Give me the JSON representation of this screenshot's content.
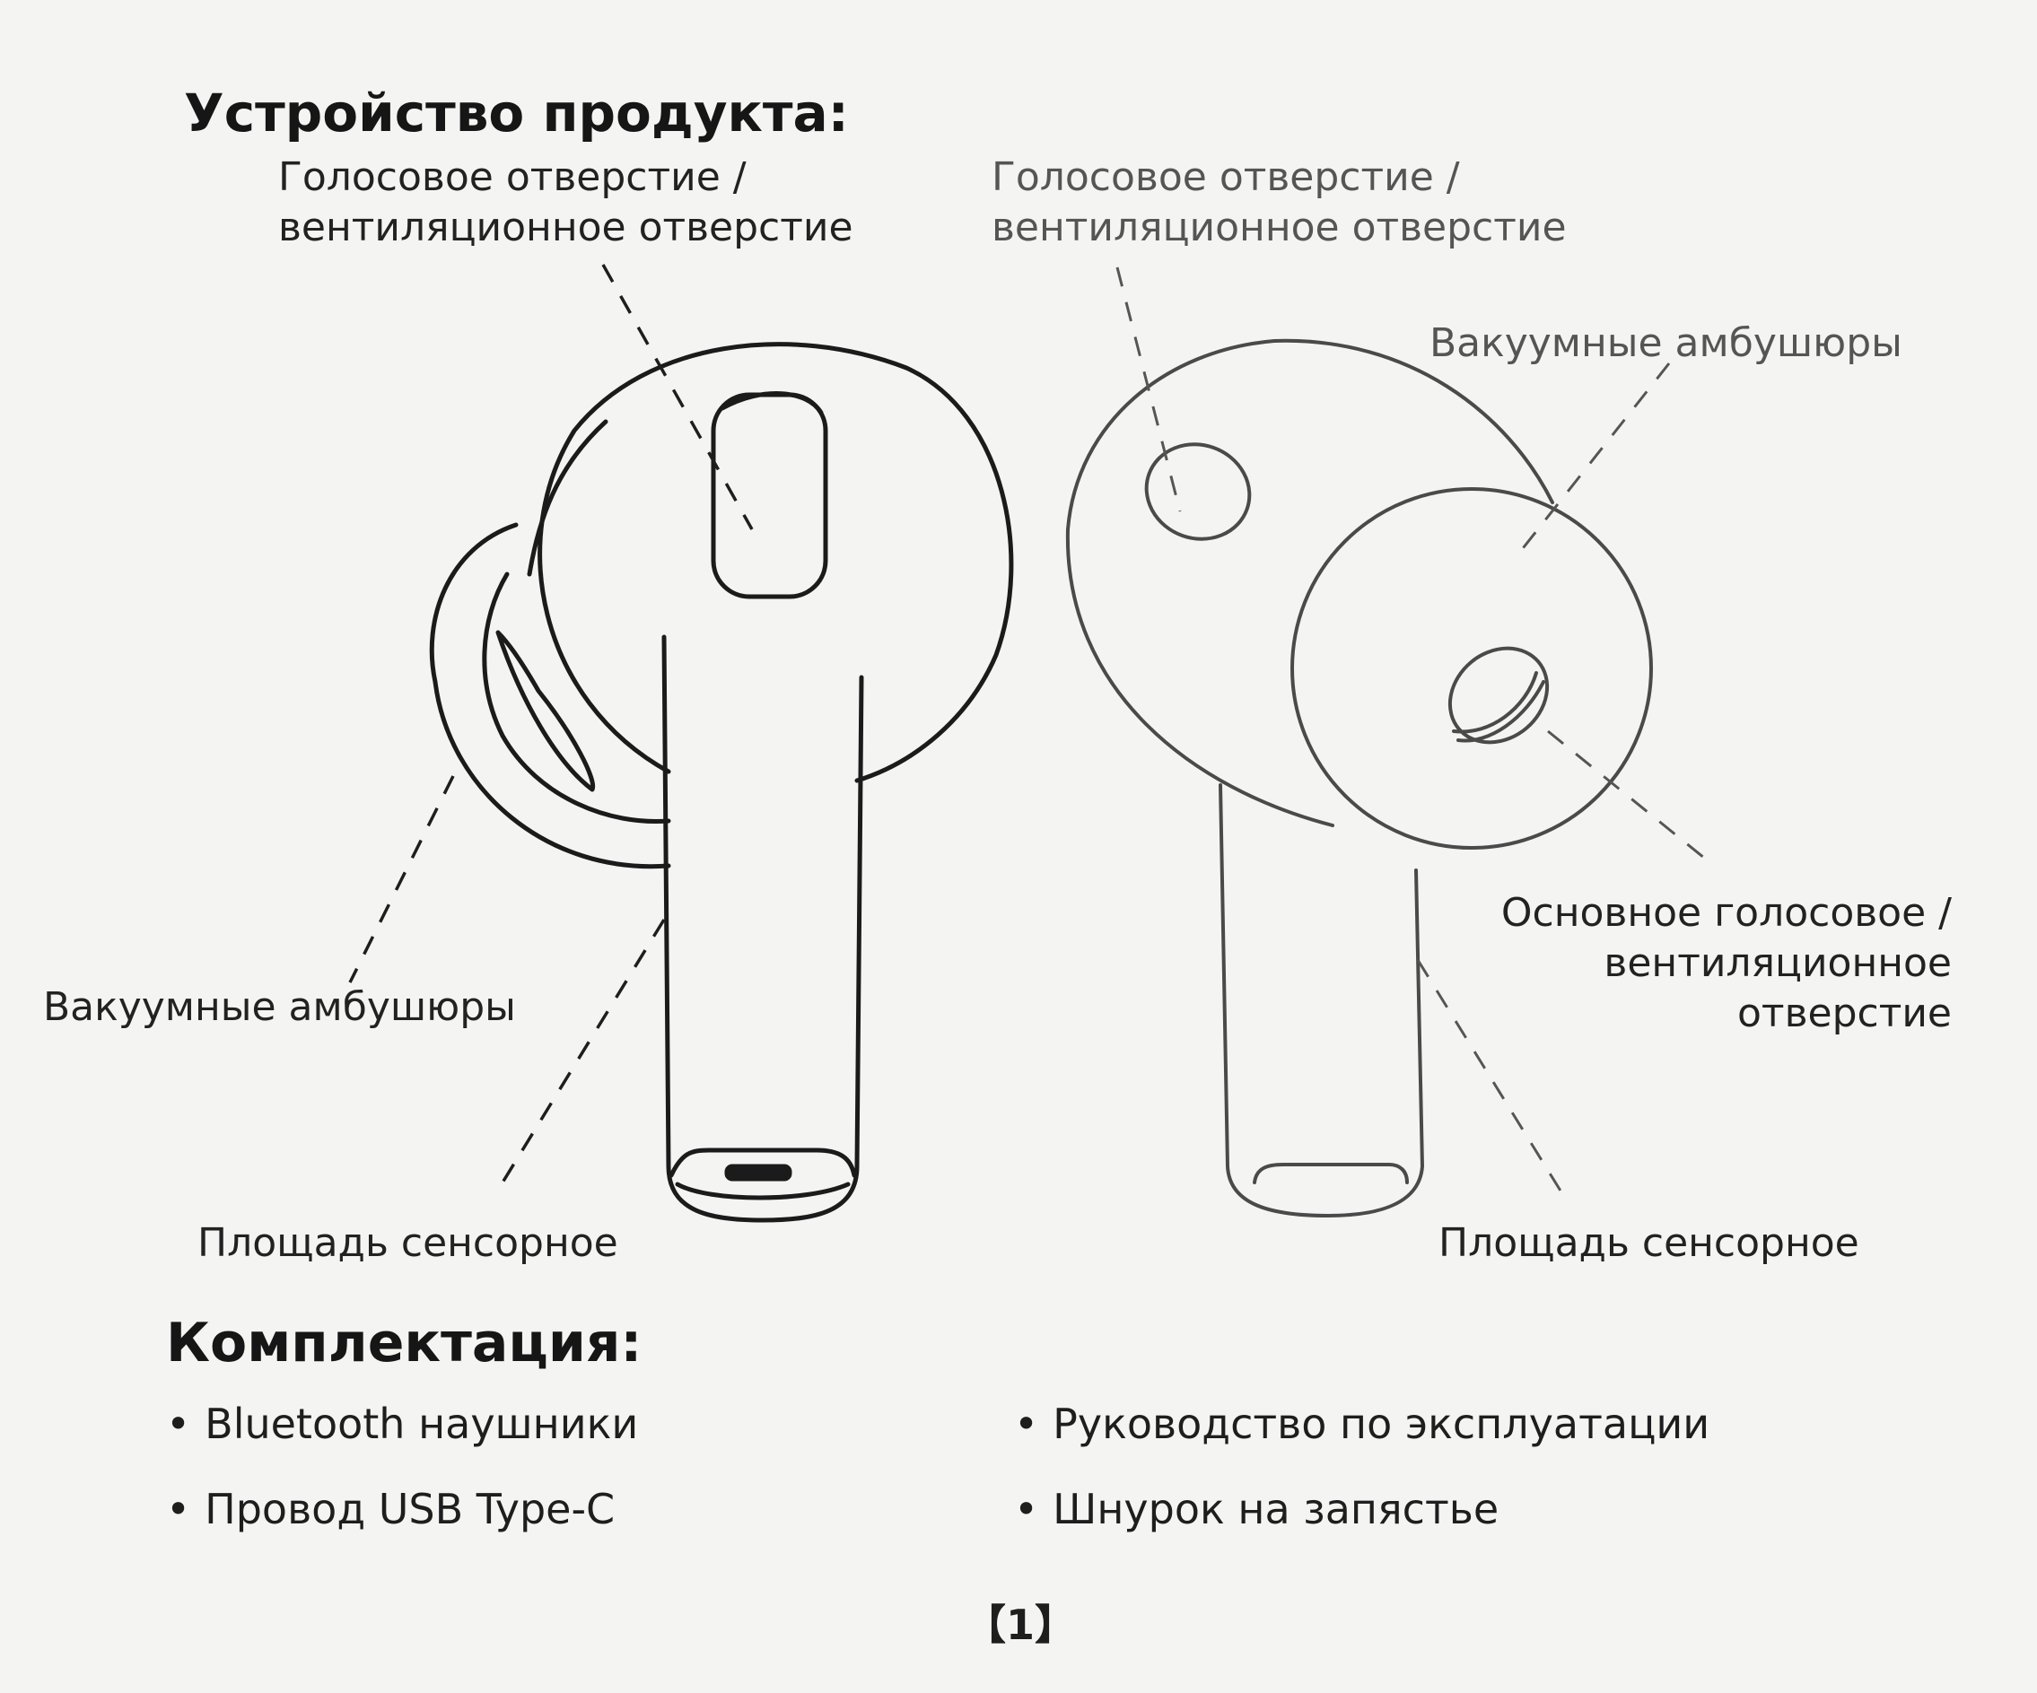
{
  "product": {
    "title": "Устройство продукта:",
    "left_earbud": {
      "voice_vent_line1": "Голосовое отверстие /",
      "voice_vent_line2": "вентиляционное отверстие",
      "ear_tips": "Вакуумные амбушюры",
      "touch_area": "Площадь сенсорное"
    },
    "right_earbud": {
      "voice_vent_line1": "Голосовое отверстие /",
      "voice_vent_line2": "вентиляционное отверстие",
      "ear_tips": "Вакуумные амбушюры",
      "main_vent_line1": "Основное голосовое /",
      "main_vent_line2": "вентиляционное",
      "main_vent_line3": "отверстие",
      "touch_area": "Площадь сенсорное"
    }
  },
  "package": {
    "title": "Комплектация:",
    "items": [
      "Bluetooth наушники",
      "Провод USB Type-C",
      "Руководство по эксплуатации",
      "Шнурок на запястье"
    ]
  },
  "page_number": "【1】",
  "icons": {
    "bullet": "•",
    "left_earbud_drawing": "earbud-left-icon",
    "right_earbud_drawing": "earbud-right-icon"
  }
}
